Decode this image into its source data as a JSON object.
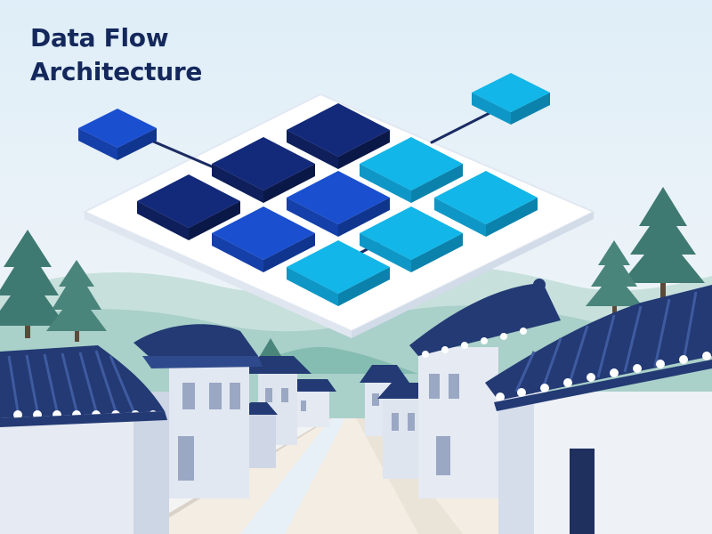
{
  "title": {
    "line1": "Data Flow",
    "line2": "Architecture"
  },
  "colors": {
    "sky_top": "#dfeef8",
    "sky_bottom": "#f3f4f2",
    "navy": "#13297a",
    "blue": "#1a4fd0",
    "cyan": "#12b6e8",
    "platform": "#ffffff",
    "roof": "#233a74",
    "roof_tile": "#ffffff",
    "wall": "#dce3ef",
    "pine": "#3f7a72",
    "title": "#14285c"
  },
  "icons": [
    "isometric-grid-platform",
    "data-block",
    "connector-line",
    "pine-tree",
    "hanok-roof"
  ]
}
